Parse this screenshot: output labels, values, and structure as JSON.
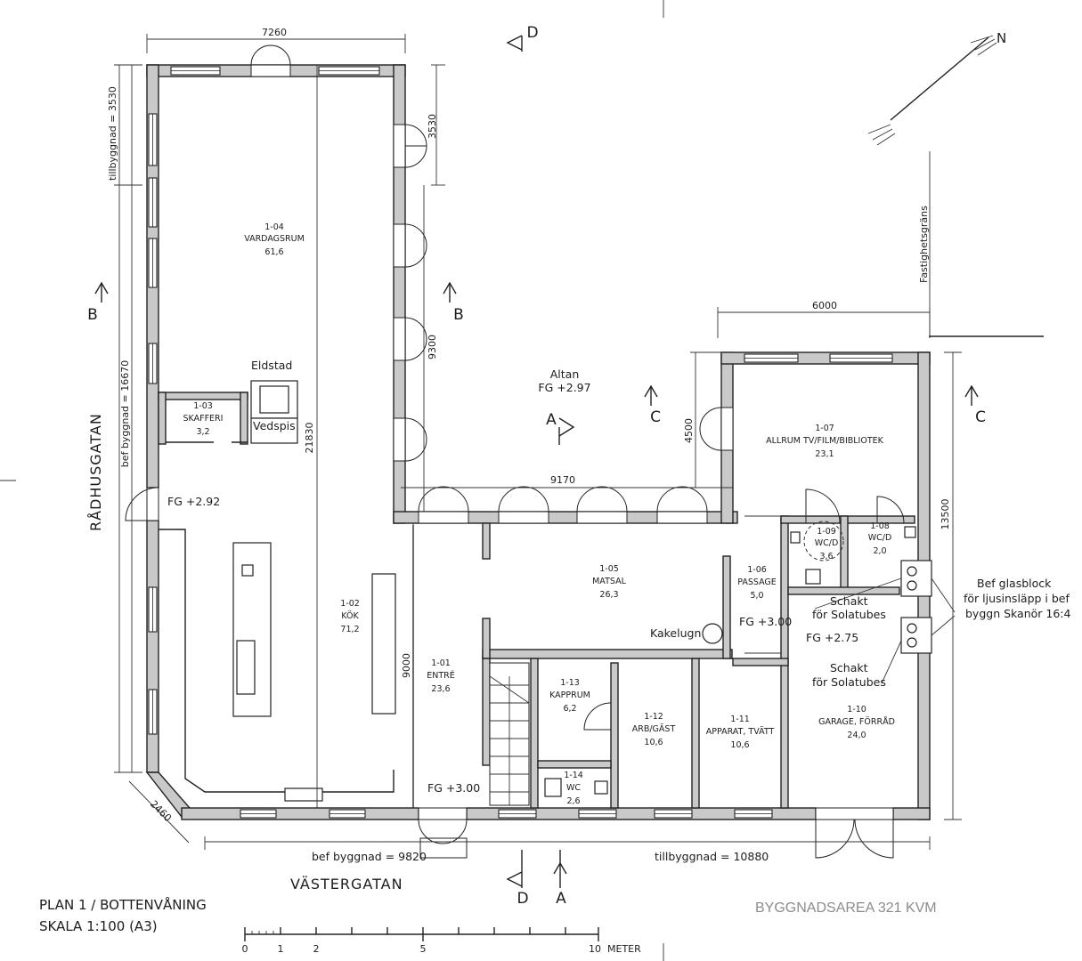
{
  "drawing": {
    "title_line1": "PLAN 1 / BOTTENVÅNING",
    "title_line2": "SKALA 1:100 (A3)",
    "building_area": "BYGGNADSAREA 321 KVM",
    "north": "N",
    "scale_bar": {
      "ticks": [
        "0",
        "1",
        "2",
        "5",
        "10"
      ],
      "unit": "METER"
    }
  },
  "streets": {
    "west": "RÅDHUSGATAN",
    "south": "VÄSTERGATAN"
  },
  "rooms": [
    {
      "id": "1-04",
      "name": "VARDAGSRUM",
      "area": "61,6"
    },
    {
      "id": "1-03",
      "name": "SKAFFERI",
      "area": "3,2"
    },
    {
      "id": "1-02",
      "name": "KÖK",
      "area": "71,2"
    },
    {
      "id": "1-01",
      "name": "ENTRÉ",
      "area": "23,6"
    },
    {
      "id": "1-05",
      "name": "MATSAL",
      "area": "26,3"
    },
    {
      "id": "1-13",
      "name": "KAPPRUM",
      "area": "6,2"
    },
    {
      "id": "1-14",
      "name": "WC",
      "area": "2,6"
    },
    {
      "id": "1-12",
      "name": "ARB/GÄST",
      "area": "10,6"
    },
    {
      "id": "1-11",
      "name": "APPARAT, TVÄTT",
      "area": "10,6"
    },
    {
      "id": "1-06",
      "name": "PASSAGE",
      "area": "5,0"
    },
    {
      "id": "1-09",
      "name": "WC/D",
      "area": "3,6"
    },
    {
      "id": "1-08",
      "name": "WC/D",
      "area": "2,0"
    },
    {
      "id": "1-07",
      "name": "ALLRUM TV/FILM/BIBLIOTEK",
      "area": "23,1"
    },
    {
      "id": "1-10",
      "name": "GARAGE, FÖRRÅD",
      "area": "24,0"
    }
  ],
  "labels": {
    "eldstad": "Eldstad",
    "vedspis": "Vedspis",
    "altan": "Altan",
    "altan_fg": "FG +2.97",
    "fg_kitchen": "FG +2.92",
    "fg_entry": "FG +3.00",
    "fg_passage": "FG +3.00",
    "fg_garage": "FG +2.75",
    "kakelugn": "Kakelugn",
    "schakt1_a": "Schakt",
    "schakt1_b": "för Solatubes",
    "schakt2_a": "Schakt",
    "schakt2_b": "för Solatubes",
    "glassblock_1": "Bef glasblock",
    "glassblock_2": "för ljusinsläpp i bef",
    "glassblock_3": "byggn Skanör 16:4",
    "fastighetsgrans": "Fastighetsgräns"
  },
  "dimensions": {
    "top_width": "7260",
    "right_upper": "3530",
    "left_upper": "tillbyggnad = 3530",
    "left_lower": "bef byggnad = 16670",
    "center_vertical": "21830",
    "altan_vertical": "9300",
    "altan_width": "9170",
    "entry_vertical": "9000",
    "allrum_vertical": "4500",
    "allrum_width": "6000",
    "garage_vertical": "13500",
    "diagonal": "2460",
    "bottom_left": "bef byggnad = 9820",
    "bottom_right": "tillbyggnad = 10880"
  },
  "sections": {
    "D_top": "D",
    "B_left": "B",
    "B_right": "B",
    "A_mid": "A",
    "C_left": "C",
    "C_right": "C",
    "D_bottom": "D",
    "A_bottom": "A"
  }
}
